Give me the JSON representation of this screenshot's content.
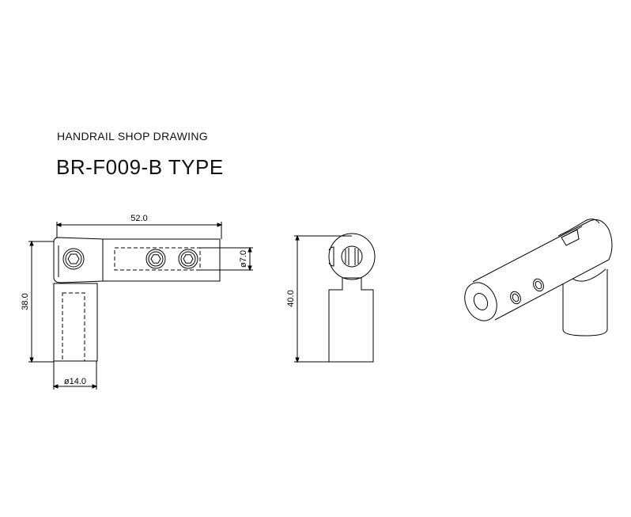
{
  "header": {
    "subtitle": "HANDRAIL SHOP DRAWING",
    "title": "BR-F009-B TYPE"
  },
  "dimensions": {
    "length": "52.0",
    "height_front": "38.0",
    "pipe_diameter": "ø14.0",
    "hole_diameter": "ø7.0",
    "height_side": "40.0"
  }
}
